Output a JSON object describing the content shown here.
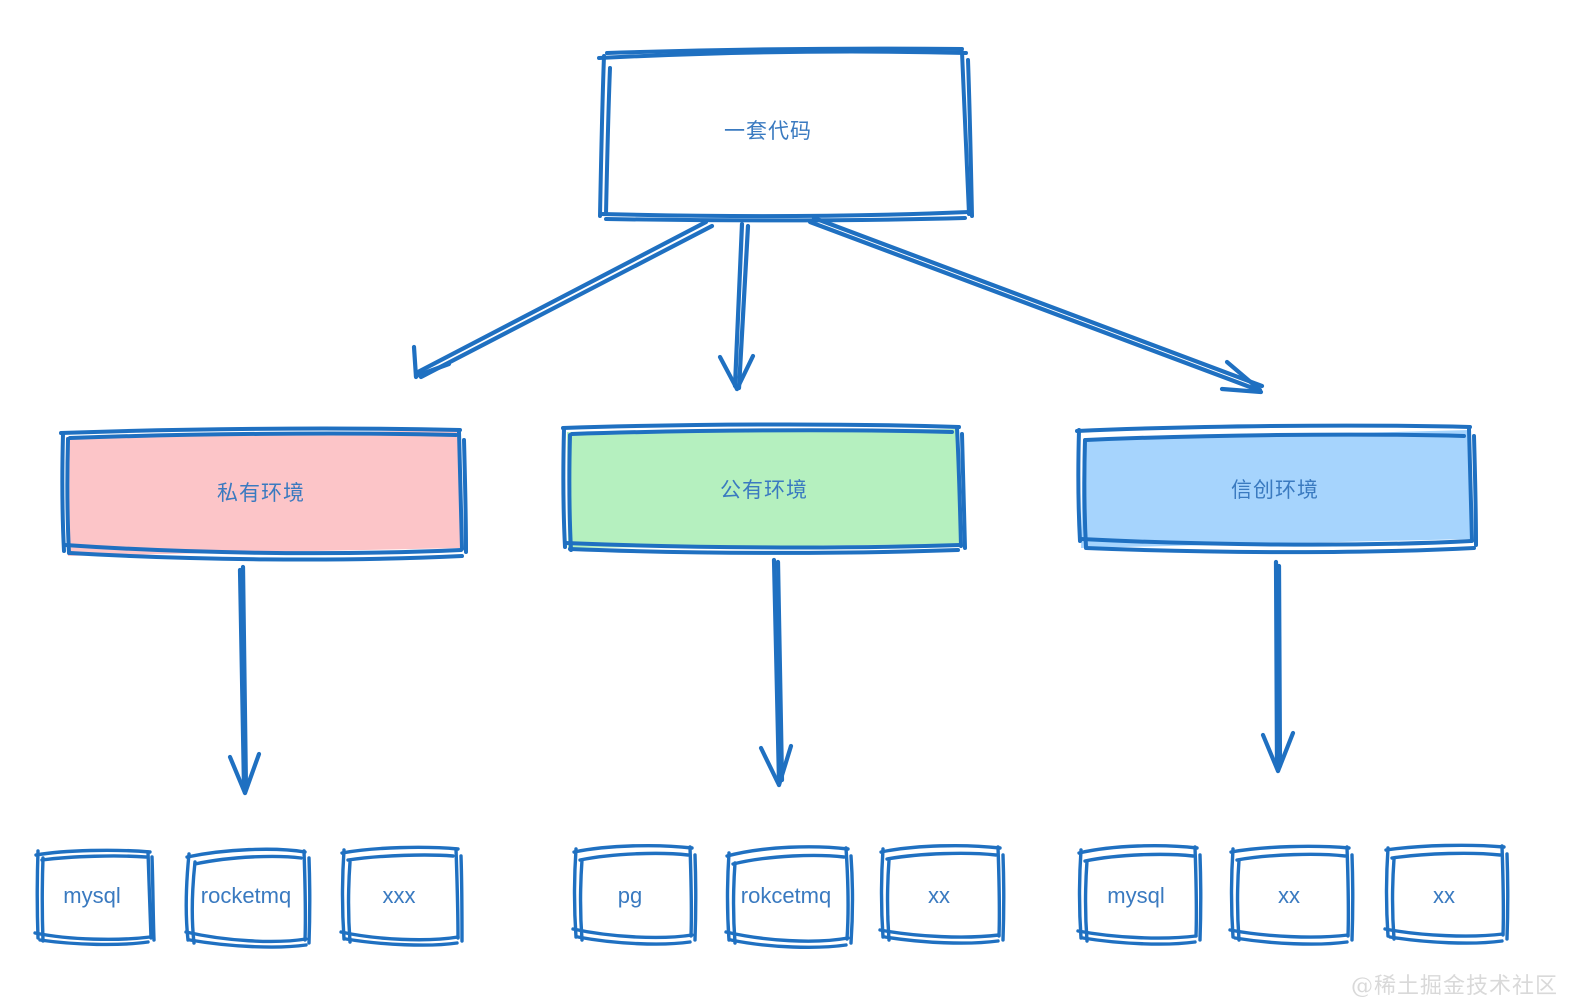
{
  "diagram": {
    "title_node": {
      "label": "一套代码",
      "fill": "#ffffff"
    },
    "stroke_color": "#1f70c1",
    "text_color": "#3a7ac0",
    "environments": [
      {
        "label": "私有环境",
        "fill": "#fcc5c8",
        "components": [
          {
            "label": "mysql"
          },
          {
            "label": "rocketmq"
          },
          {
            "label": "xxx"
          }
        ]
      },
      {
        "label": "公有环境",
        "fill": "#b5f0bf",
        "components": [
          {
            "label": "pg"
          },
          {
            "label": "rokcetmq"
          },
          {
            "label": "xx"
          }
        ]
      },
      {
        "label": "信创环境",
        "fill": "#a6d4fd",
        "components": [
          {
            "label": "mysql"
          },
          {
            "label": "xx"
          },
          {
            "label": "xx"
          }
        ]
      }
    ],
    "watermark": "@稀土掘金技术社区"
  }
}
